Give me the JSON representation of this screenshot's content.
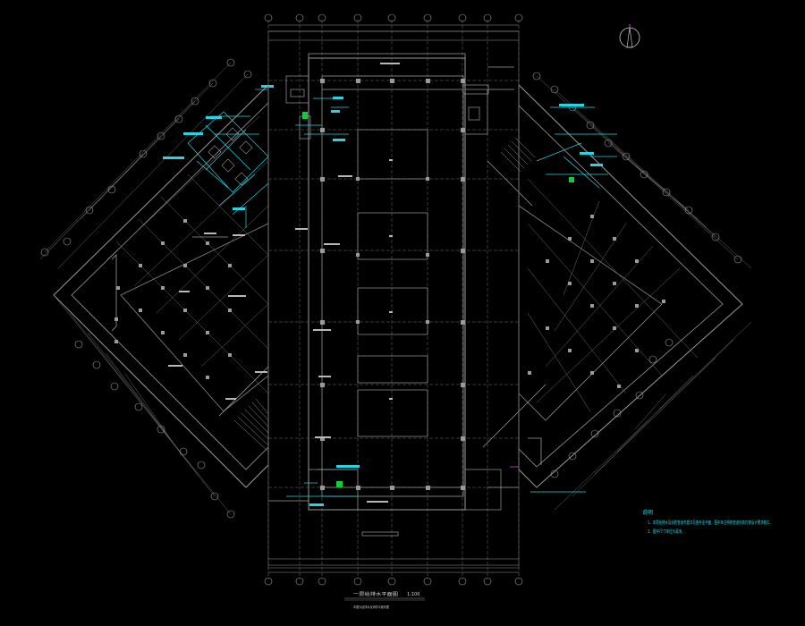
{
  "colors": {
    "background": "#000000",
    "wall": "#9a9a9a",
    "grid": "#6e6e6e",
    "cyan": "#29d3e0",
    "green": "#19c93a",
    "magenta": "#d040d0"
  },
  "notes": {
    "title": "说明",
    "lines": [
      "1、本层给排水及消防管道布置详见各专业平面，图中未注明的管道标高均按设计要求施工。",
      "2、图中尺寸单位为毫米。"
    ]
  },
  "drawing_title": {
    "main": "一层给排水平面图",
    "scale": "1:100",
    "sub": "本图为给排水及消防平面布置"
  },
  "north_arrow": {
    "icon": "north-arrow-icon"
  }
}
